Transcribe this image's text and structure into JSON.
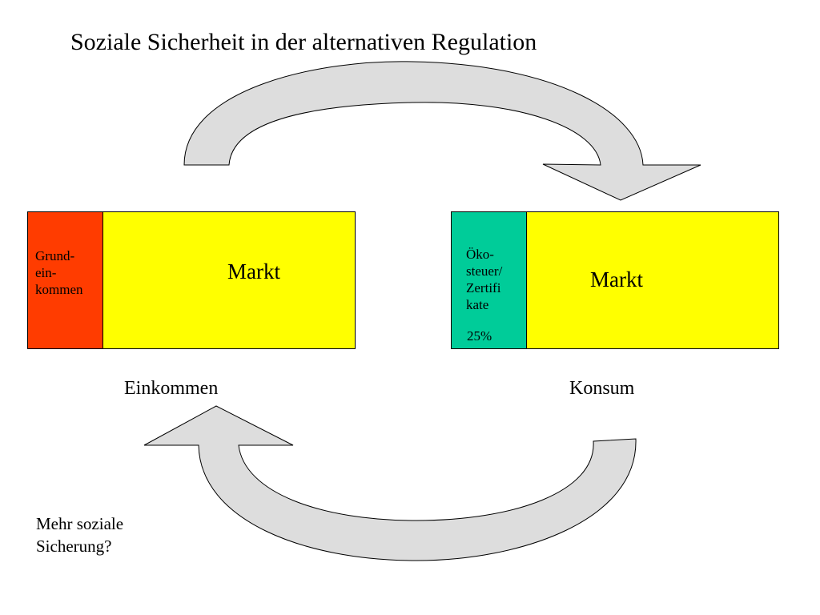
{
  "title": "Soziale Sicherheit in der alternativen Regulation",
  "left_block": {
    "side_label": "Grund-\nein-\nkommen",
    "main_label": "Markt",
    "caption": "Einkommen"
  },
  "right_block": {
    "side_label": "Öko-\nsteuer/\nZertifi\nkate",
    "side_value": "25%",
    "main_label": "Markt",
    "caption": "Konsum"
  },
  "question": "Mehr soziale\nSicherung?",
  "colors": {
    "grundeinkommen": "#ff3c00",
    "markt": "#ffff00",
    "oekosteuer": "#00cc99",
    "arrow_fill": "#dddddd",
    "arrow_stroke": "#000000"
  }
}
